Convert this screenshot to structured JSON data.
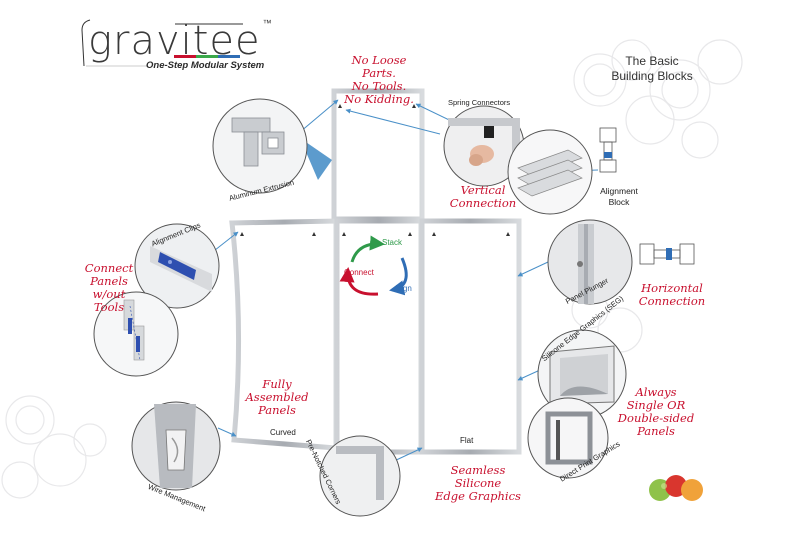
{
  "logo": {
    "word": "gravitee",
    "trademark": "™",
    "tagline": "One-Step Modular System"
  },
  "title": [
    "The Basic",
    "Building Blocks"
  ],
  "callouts": {
    "no_loose_parts": [
      "No Loose Parts.",
      "No Tools.",
      "No Kidding."
    ],
    "vertical_connection": [
      "Vertical",
      "Connection"
    ],
    "connect_panels": [
      "Connect",
      "Panels",
      "w/out Tools"
    ],
    "horizontal_connection": [
      "Horizontal",
      "Connection"
    ],
    "fully_assembled": [
      "Fully",
      "Assembled",
      "Panels"
    ],
    "always_single": [
      "Always",
      "Single OR",
      "Double-sided",
      "Panels"
    ],
    "seamless": [
      "Seamless",
      "Silicone",
      "Edge Graphics"
    ]
  },
  "labels": {
    "aluminum_extrusion": "Aluminum Extrusion",
    "spring_connectors": "Spring Connectors",
    "alignment_block": [
      "Alignment",
      "Block"
    ],
    "alignment_clips": "Alignment Clips",
    "panel_plunger": "Panel Plunger",
    "silicone_edge": "Silicone Edge Graphics (SEG)",
    "direct_print": "Direct Print Graphics",
    "wire_management": "Wire Management",
    "pre_notched": "Pre-Notched Corners",
    "curved": "Curved",
    "flat": "Flat"
  },
  "cycle": {
    "stack": "Stack",
    "connect": "Connect",
    "align": "Align"
  },
  "colors": {
    "accent_red": "#c8102e",
    "frame": "#b4b8be",
    "arrow_blue": "#4a90c8"
  }
}
